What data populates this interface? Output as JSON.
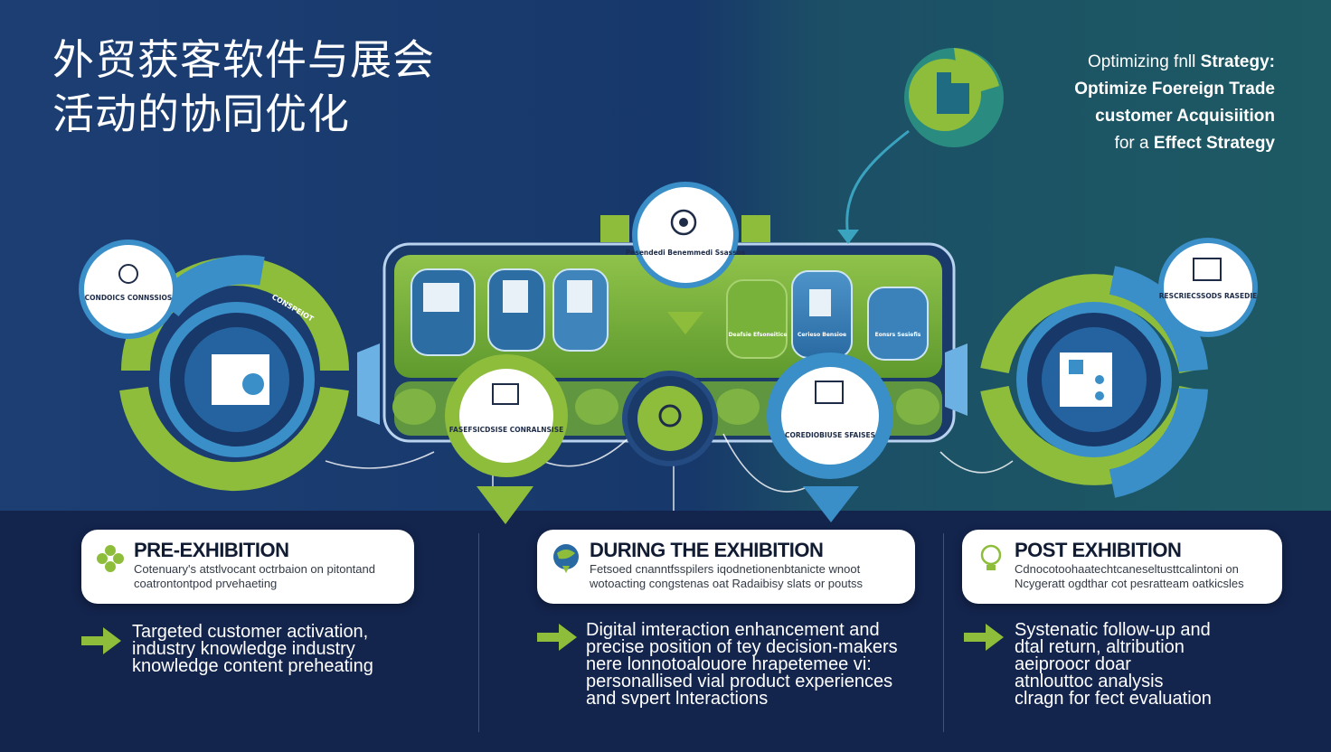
{
  "title": {
    "line1": "外贸获客软件与展会",
    "line2": "活动的协同优化"
  },
  "top_right": {
    "line1_prefix": "Optimizing fnll",
    "line1_bold": "Strategy:",
    "line2": "Optimize Foereign Trade",
    "line3": "customer Acquisiition",
    "line4_prefix": "for  a",
    "line4_bold": "Effect Strategy"
  },
  "diagram": {
    "left_bubble_label": "CONDOICS CONNSSIOS",
    "top_bubble_label": "Pesendedi Benemmedi Ssassos",
    "right_bubble_label": "RESCRIECSSODS RASEDIE",
    "mid_left_bubble_label": "FASEFSICDSISE CONRALNSISE",
    "mid_right_bubble_label": "COREDIOBIUSE SFAISES",
    "center_card_labels": [
      "Deafsie Efsoneitice",
      "Cerieso Bensioe",
      "Eonsrs Sesiefis"
    ],
    "colors": {
      "green": "#8ebd3c",
      "blue": "#3a8fc8",
      "navy": "#173868",
      "dark": "#12264f",
      "panel": "#7bb13a"
    }
  },
  "cards": [
    {
      "title": "PRE-EXHIBITION",
      "desc": "Cotenuary's atstlvocant octrbaion on pitontand coatrontontpod prvehaeting",
      "icon": "clover-icon"
    },
    {
      "title": "DURING THE EXHIBITION",
      "desc": "Fetsoed cnanntfsspilers iqodnetionenbtanicte wnoot wotoacting congstenas oat Radaibisy slats or poutss",
      "icon": "globe-pin-icon"
    },
    {
      "title": "POST EXHIBITION",
      "desc": "Cdnocotoohaatechtcaneseltusttcalintoni on Ncygeratt ogdthar cot pesratteam oatkicsles",
      "icon": "lightbulb-icon"
    }
  ],
  "bottom_texts": [
    "Targeted customer activation,\nindustry knowledge industry\nknowledge content preheating",
    "Digital imteraction enhancement and\nprecise position of tey decision-makers\nnere lonnotoalouore hrapetemee  vi:\npersonallised vial product experiences\nand svpert lnteractions",
    "Systenatic follow-up and\ndtal return,   altribution\naeiproocr doar\natnlouttoc analysis\nclragn  for fect evaluation"
  ]
}
